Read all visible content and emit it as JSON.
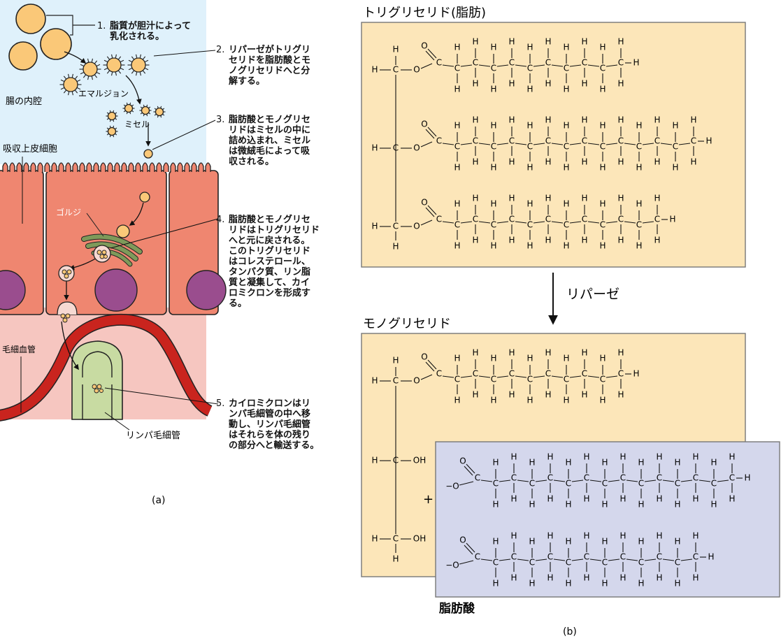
{
  "panel_a": {
    "caption": "(a)",
    "labels": {
      "lumen": "腸の内腔",
      "epithelium": "吸収上皮細胞",
      "emulsion": "エマルジョン",
      "micelle": "ミセル",
      "golgi": "ゴルジ",
      "capillary": "毛細血管",
      "lymph": "リンパ毛細管"
    },
    "steps": [
      {
        "num": "1.",
        "text": "脂質が胆汁によって\n乳化される。"
      },
      {
        "num": "2.",
        "text": "リパーゼがトリグリ\nセリドを脂肪酸とモ\nノグリセリドへと分\n解する。"
      },
      {
        "num": "3.",
        "text": "脂肪酸とモノグリセ\nリドはミセルの中に\n詰め込まれ、ミセル\nは微絨毛によって吸\n収される。"
      },
      {
        "num": "4.",
        "text": "脂肪酸とモノグリセ\nリドはトリグリセリド\nへと元に戻される。\nこのトリグリセリド\nはコレステロール、\nタンパク質、リン脂\n質と凝集して、カイ\nロミクロンを形成す\nる。"
      },
      {
        "num": "5.",
        "text": "カイロミクロンはリ\nンパ毛細管の中へ移\n動し、リンパ毛細管\nはそれらを体の残り\nの部分へと輸送する。"
      }
    ]
  },
  "panel_b": {
    "caption": "(b)",
    "triglyceride_title": "トリグリセリド(脂肪)",
    "monoglyceride_title": "モノグリセリド",
    "fatty_acid_title": "脂肪酸",
    "enzyme_label": "リパーゼ",
    "plus": "+",
    "atoms": {
      "H": "H",
      "C": "C",
      "O": "O",
      "OH": "OH",
      "neg_o": "−O"
    },
    "colors": {
      "glyceride_box": "#fce6b9",
      "fatty_acid_box": "#d4d7ec",
      "box_stroke": "#777777"
    },
    "chains": [
      {
        "id": "tg1",
        "carbons": 11
      },
      {
        "id": "tg2",
        "carbons": 15
      },
      {
        "id": "tg3",
        "carbons": 13
      },
      {
        "id": "mg1",
        "carbons": 11
      },
      {
        "id": "fa1",
        "carbons": 15
      },
      {
        "id": "fa2",
        "carbons": 13
      }
    ]
  },
  "colors": {
    "lumen_bg": "#dff1fb",
    "cell": "#ef8670",
    "nucleus": "#9a4d8e",
    "tissue_bg": "#f6c6c0",
    "vessel_red": "#c9241e",
    "lymph_green": "#c8dba2",
    "droplet": "#fac878",
    "golgi_green": "#7e9a5a"
  }
}
